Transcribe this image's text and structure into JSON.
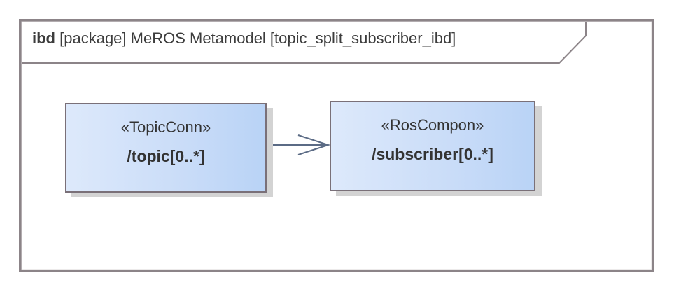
{
  "frame": {
    "keyword": "ibd",
    "title": "[package] MeROS Metamodel [topic_split_subscriber_ibd]"
  },
  "blocks": [
    {
      "stereotype": "«TopicConn»",
      "name": "/topic[0..*]"
    },
    {
      "stereotype": "«RosCompon»",
      "name": "/subscriber[0..*]"
    }
  ],
  "colors": {
    "frame_border": "#8c8488",
    "block_border": "#7a7078",
    "block_fill_start": "#dde9fb",
    "block_fill_end": "#b9d3f6",
    "connector": "#5b6b85",
    "text": "#333333"
  }
}
